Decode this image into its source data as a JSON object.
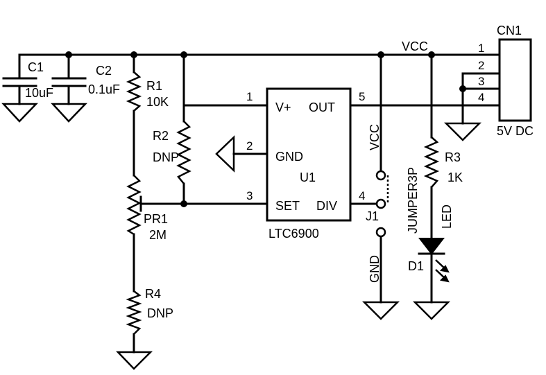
{
  "labels": {
    "net_vcc": "VCC",
    "connector": {
      "ref": "CN1",
      "value": "5V DC",
      "pins": [
        "1",
        "2",
        "3",
        "4"
      ]
    },
    "c1": {
      "ref": "C1",
      "value": "10uF"
    },
    "c2": {
      "ref": "C2",
      "value": "0.1uF"
    },
    "r1": {
      "ref": "R1",
      "value": "10K"
    },
    "r2": {
      "ref": "R2",
      "value": "DNP"
    },
    "pr1": {
      "ref": "PR1",
      "value": "2M"
    },
    "r4": {
      "ref": "R4",
      "value": "DNP"
    },
    "r3": {
      "ref": "R3",
      "value": "1K"
    },
    "d1": {
      "ref": "D1",
      "value": "LED"
    },
    "u1": {
      "ref": "U1",
      "part": "LTC6900",
      "pin_names": {
        "vplus": "V+",
        "gnd": "GND",
        "set": "SET",
        "out": "OUT",
        "div": "DIV"
      },
      "pin_numbers": {
        "vplus": "1",
        "gnd": "2",
        "set": "3",
        "div": "4",
        "out": "5"
      }
    },
    "j1": {
      "ref": "J1",
      "type": "JUMPER3P",
      "top": "VCC",
      "bottom": "GND"
    }
  }
}
